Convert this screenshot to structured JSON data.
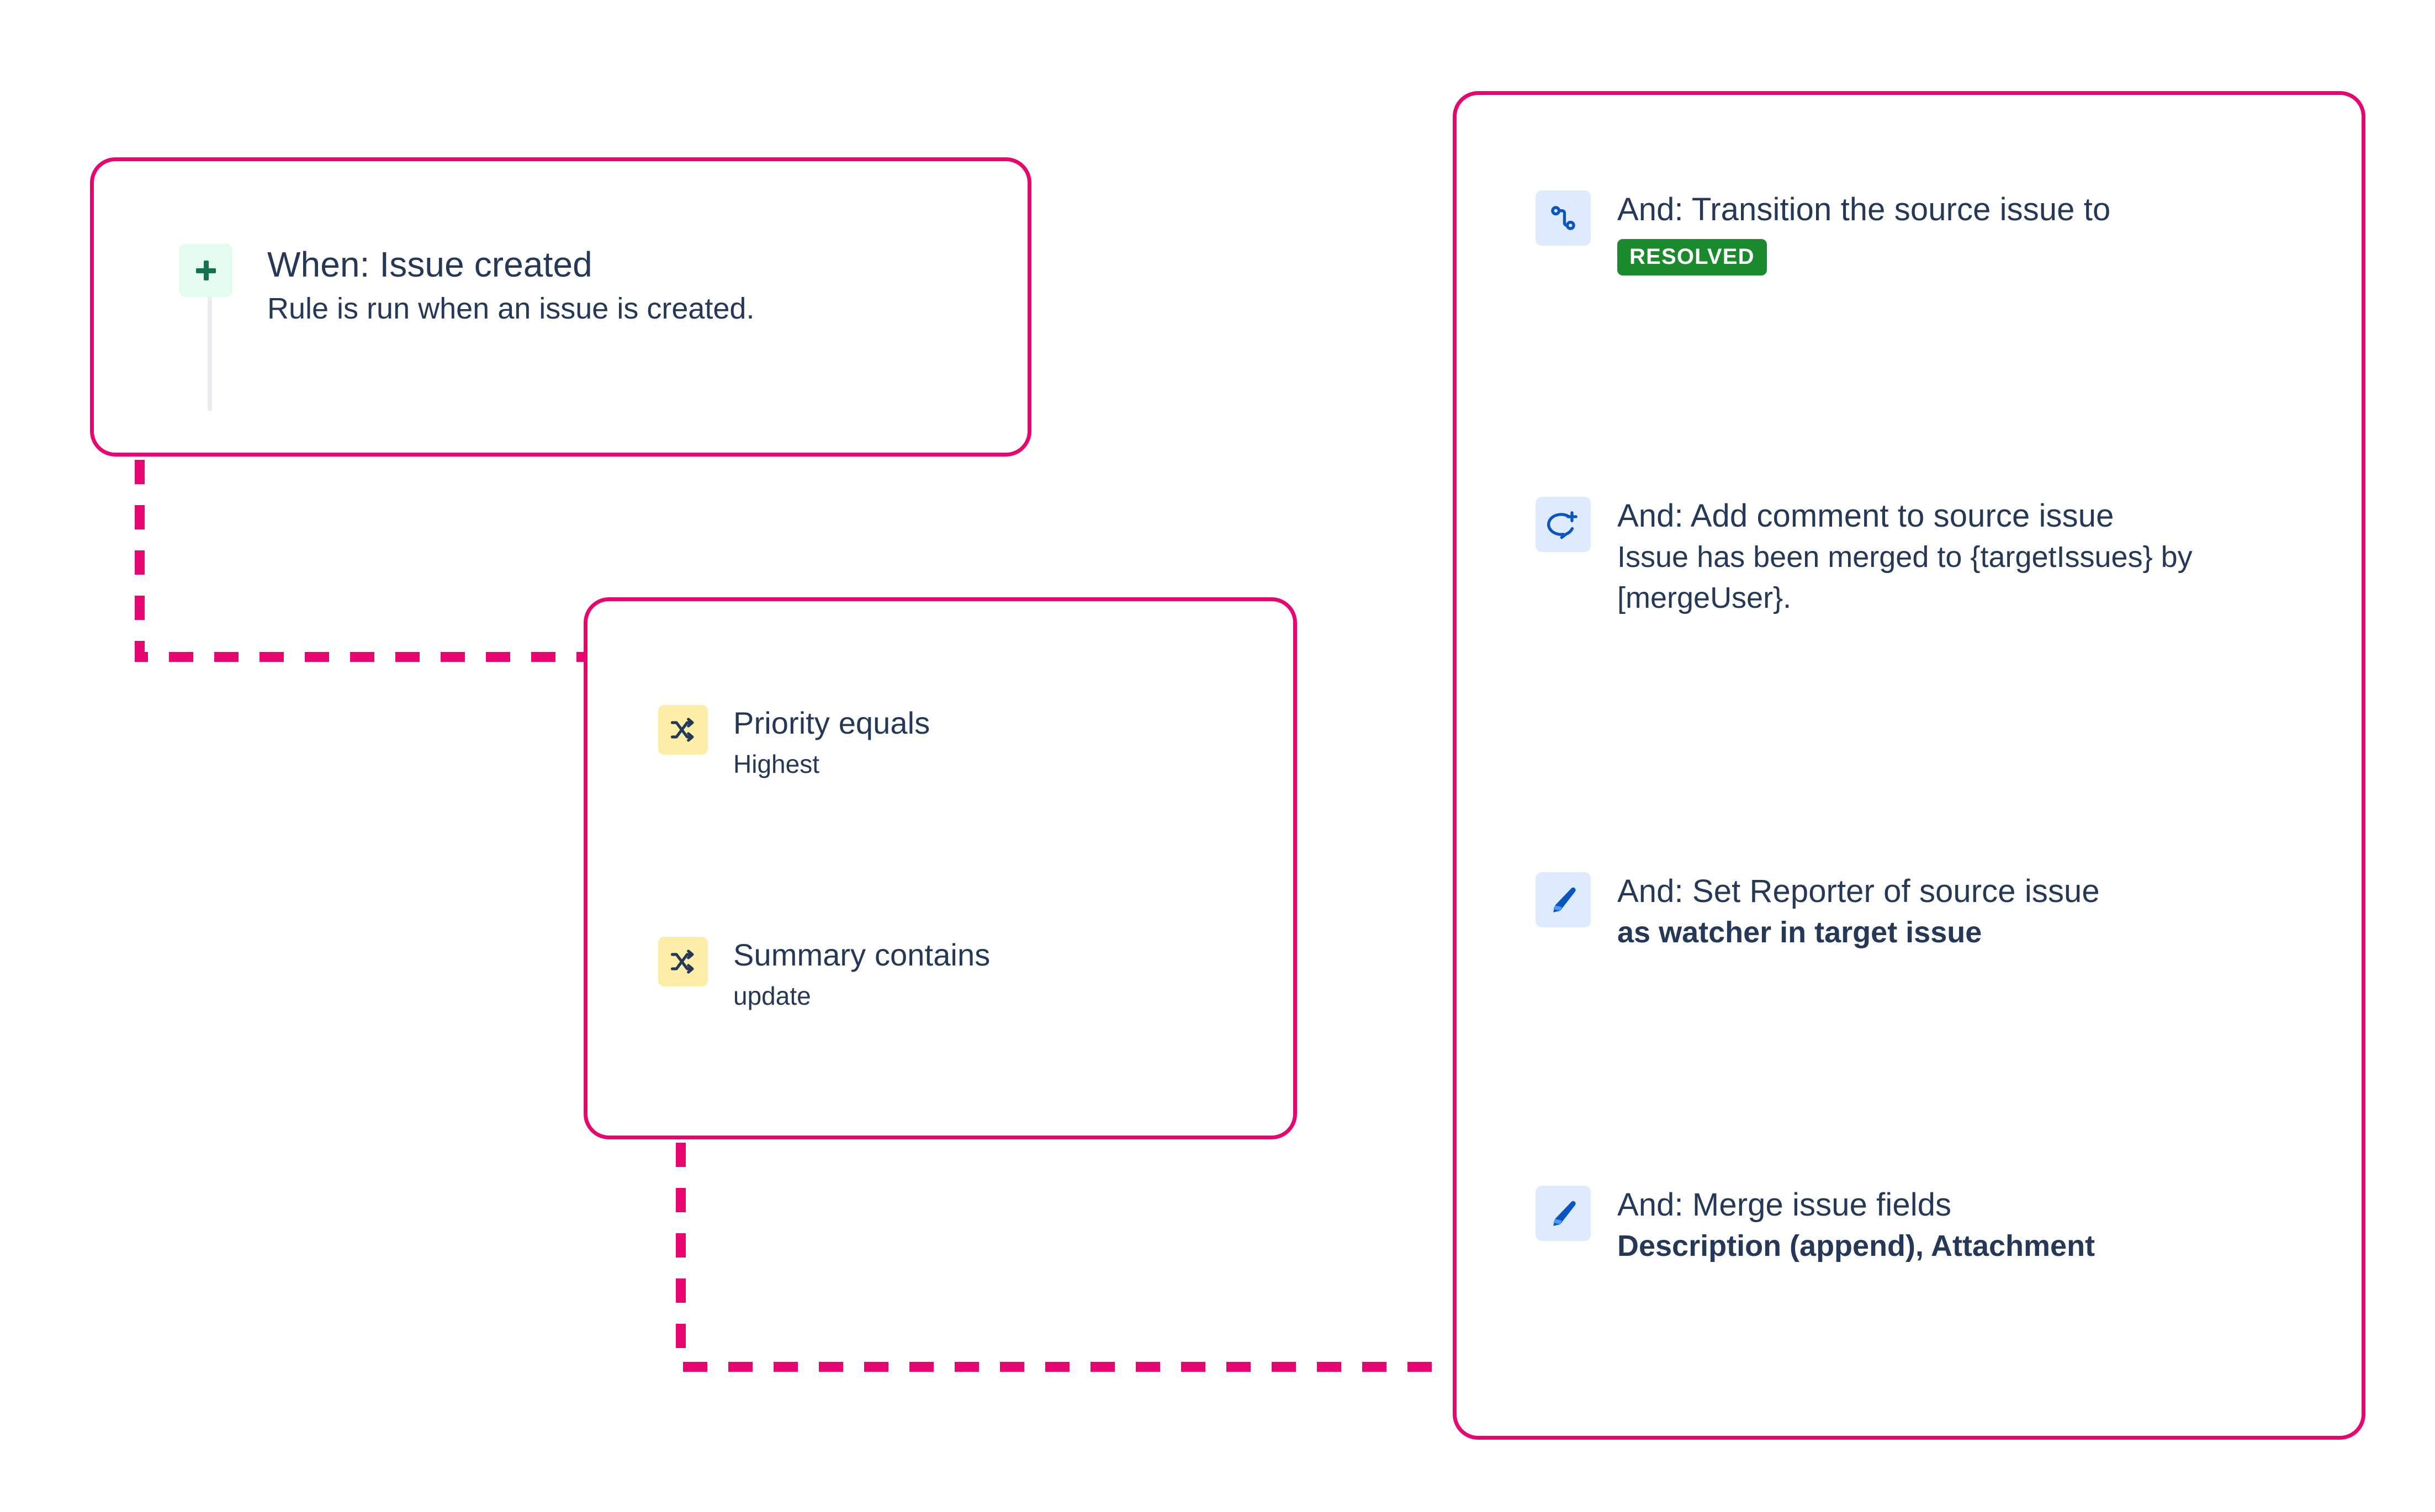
{
  "colors": {
    "accent_pink": "#E8056F",
    "text_navy": "#253858",
    "rail_gray": "#EBECF0",
    "trigger_icon_bg": "#E3FCEF",
    "trigger_icon_fg": "#14734B",
    "condition_icon_bg": "#FCEEA7",
    "condition_icon_fg": "#253858",
    "action_icon_bg": "#DEEBFF",
    "action_icon_fg": "#0B55C0",
    "status_badge_bg": "#1B8A2C",
    "status_badge_text": "#FFFFFF"
  },
  "trigger": {
    "icon": "plus-icon",
    "title": "When: Issue created",
    "subtitle": "Rule is run when an issue is created."
  },
  "conditions": [
    {
      "icon": "shuffle-icon",
      "title": "Priority equals",
      "value": "Highest"
    },
    {
      "icon": "shuffle-icon",
      "title": "Summary contains",
      "value": "update"
    }
  ],
  "actions": [
    {
      "icon": "transition-icon",
      "title": "And: Transition the source issue to",
      "badge": "RESOLVED",
      "value": "",
      "value_bold": false
    },
    {
      "icon": "add-comment-icon",
      "title": "And: Add comment to source issue",
      "badge": "",
      "value": "Issue has been merged to {targetIssues} by [mergeUser}.",
      "value_bold": false
    },
    {
      "icon": "edit-pencil-icon",
      "title": "And: Set Reporter of source issue",
      "badge": "",
      "value": "as watcher in target issue",
      "value_bold": true
    },
    {
      "icon": "edit-pencil-icon",
      "title": "And: Merge issue fields",
      "badge": "",
      "value": "Description (append), Attachment",
      "value_bold": true
    }
  ]
}
